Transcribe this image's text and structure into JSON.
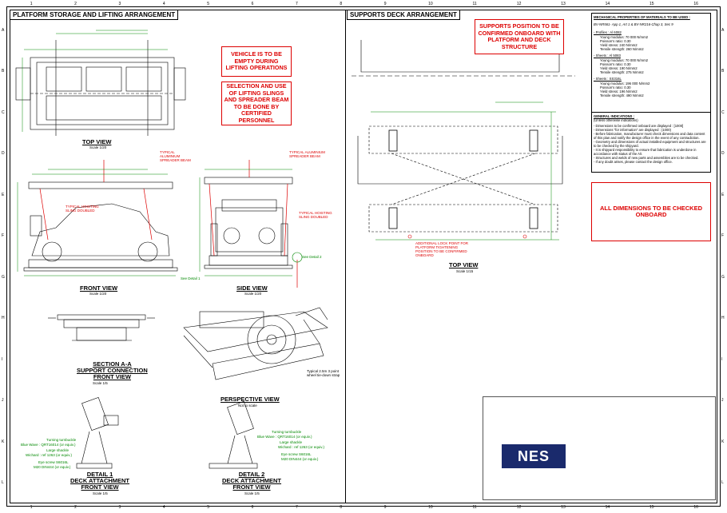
{
  "left_panel": {
    "title": "PLATFORM STORAGE AND LIFTING ARRANGEMENT"
  },
  "right_panel": {
    "title": "SUPPORTS DECK ARRANGEMENT"
  },
  "notes": {
    "vehicle_empty": "VEHICLE IS TO BE EMPTY DURING LIFTING OPERATIONS",
    "slings": "SELECTION AND USE OF LIFTING SLINGS AND SPREADER BEAM TO BE DONE BY CERTIFIED PERSONNEL",
    "supports_position": "SUPPORTS POSITION TO BE CONFIRMED ONBOARD WITH PLATFORM AND DECK STRUCTURE",
    "all_dimensions": "ALL DIMENSIONS TO BE CHECKED ONBOARD"
  },
  "views": {
    "top_view_left": {
      "label": "TOP VIEW",
      "scale": "Scale 1/20"
    },
    "front_view": {
      "label": "FRONT VIEW",
      "scale": "Scale 1/20"
    },
    "side_view": {
      "label": "SIDE VIEW",
      "scale": "Scale 1/20"
    },
    "section_aa": {
      "label": "SECTION A-A",
      "label2": "SUPPORT CONNECTION",
      "label3": "FRONT VIEW",
      "scale": "Scale 1/5"
    },
    "perspective": {
      "label": "PERSPECTIVE VIEW",
      "scale": "Not to scale"
    },
    "detail1": {
      "label": "DETAIL 1",
      "label2": "DECK ATTACHMENT",
      "label3": "FRONT VIEW",
      "scale": "Scale 1/5"
    },
    "detail2": {
      "label": "DETAIL 2",
      "label2": "DECK ATTACHMENT",
      "label3": "FRONT VIEW",
      "scale": "Scale 1/5"
    },
    "top_view_right": {
      "label": "TOP VIEW",
      "scale": "Scale 1/15"
    }
  },
  "annotations": {
    "typical_aluminium_1": "TYPICAL ALUMINIUM SPREADER BEAM",
    "typical_aluminium_2": "TYPICAL ALUMINIUM SPREADER BEAM",
    "typical_hoisting": "TYPICAL HOISTING SLING DOUBLED",
    "typical_hoisting_2": "TYPICAL HOISTING SLING DOUBLED",
    "see_detail_1": "See Detail 1",
    "see_detail_2": "See Detail 2",
    "typical_strap": "Typical 2.5m 3 point wheel tie-down strap",
    "additional_lock": "ADDITIONAL LOCK POINT FOR PLATFORM TIGHTENING POSITION TO BE CONFIRMED ONBOARD",
    "turning_turnbuckle": "Turning turnbuckle",
    "blue_wave": "Blue Wave : QRT16014 (or equiv.)",
    "large_shackle": "Large shackle",
    "wichard": "Wichard : ref 1263 (or equiv.)",
    "eye_screw": "Eye screw S6016L",
    "m20": "M20 DIN444 (or equiv.)",
    "turning_turnbuckle_2": "Turning turnbuckle",
    "blue_wave_2": "Blue Wave : QRT16014 (or equiv.)",
    "large_shackle_2": "Large shackle",
    "wichard_2": "Wichard : ref 1263 (or equiv.)",
    "eye_screw_2": "Eye screw S6016L",
    "m20_2": "M20 DIN444 (or equiv.)"
  },
  "mechanical": {
    "title": "MECHANICAL PROPERTIES OF MATERIALS TO BE USED :",
    "ref": "BV-NR561- App 1, Art 1 & BV-NR216-Chap 3, Sec 9",
    "profiles": {
      "head": "- Profiles : Al 6082",
      "l1": "Young modulus: 70 000 N/mm2",
      "l2": "Poisson's ratio: 0.30",
      "l3": "Yield stress: 240 N/mm2",
      "l4": "Tensile strength: 260 N/mm2"
    },
    "sheets_al": {
      "head": "- Sheets : Al 5083",
      "l1": "Young modulus: 70 000 N/mm2",
      "l2": "Poisson's ratio: 0.30",
      "l3": "Yield stress: 190 N/mm2",
      "l4": "Tensile strength: 275 N/mm2"
    },
    "sheets_ss": {
      "head": "- Sheets : SS316L",
      "l1": "Young modulus: 196 000 N/mm2",
      "l2": "Poisson's ratio: 0.30",
      "l3": "Yield stress: 196 N/mm2",
      "l4": "Tensile strength: 490 N/mm2"
    }
  },
  "general": {
    "title": "GENERAL INDICATIONS :",
    "sub": "(Unless otherwise indications)",
    "l1": "- Dimensions to be confirmed onboard are displayed : [1000]",
    "l2": "- Dimensions \"for information\" are displayed : (1000)",
    "l3": "- Before fabrication, manufacturer must check dimensions and data content of this plan and notify the design office in the event of any contradiction.",
    "l4": "- Geometry and dimensions of actual installed equipment and structures are to be checked by the shipyard.",
    "l5": "- It is shipyard responsibility to ensure that fabrication is underdone in accordance with status of the A/I.",
    "l6": "- Structures and welds of new parts and assemblies are to be checked.",
    "l7": "- If any doubt arises, please contact the design office."
  },
  "title_block": {
    "logo": "NES"
  },
  "grid": {
    "columns": [
      "1",
      "2",
      "3",
      "4",
      "5",
      "6",
      "7",
      "8",
      "9",
      "10",
      "11",
      "12",
      "13",
      "14",
      "15",
      "16"
    ],
    "rows": [
      "A",
      "B",
      "C",
      "D",
      "E",
      "F",
      "G",
      "H",
      "I",
      "J",
      "K",
      "L"
    ]
  }
}
